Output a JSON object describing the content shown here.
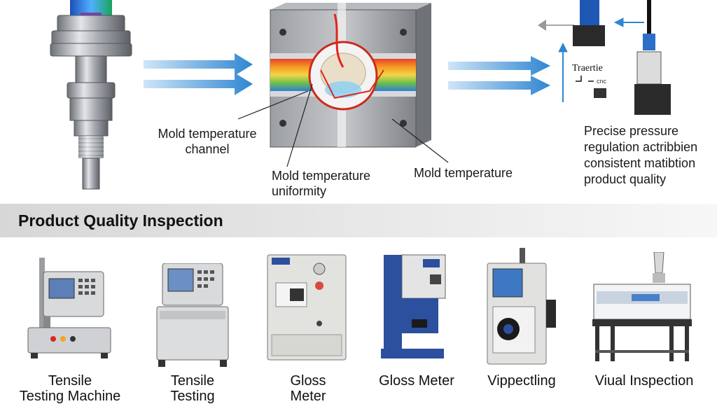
{
  "process": {
    "mold_channel_label_line1": "Mold temperature",
    "mold_channel_label_line2": "channel",
    "mold_uniformity_label_line1": "Mold temperature",
    "mold_uniformity_label_line2": "uniformity",
    "mold_temperature_label": "Mold temperature",
    "sensor_label_line1": "Traertie",
    "sensor_label_line2": "cnc",
    "pressure_text": [
      "Precise pressure",
      "regulation actribbien",
      "consistent matibtion",
      "product quality"
    ]
  },
  "section": {
    "title": "Product Quality Inspection"
  },
  "equipment": [
    {
      "name": "tensile-testing-machine",
      "caption_lines": [
        "Tensile",
        "Testing Machine"
      ]
    },
    {
      "name": "tensile-testing",
      "caption_lines": [
        "Tensile",
        "Testing"
      ]
    },
    {
      "name": "gloss-meter-cabinet",
      "caption_lines": [
        "Gloss",
        "Meter"
      ]
    },
    {
      "name": "gloss-meter",
      "caption_lines": [
        "Gloss Meter"
      ]
    },
    {
      "name": "vippecting",
      "caption_lines": [
        "Vippectling"
      ]
    },
    {
      "name": "visual-inspection",
      "caption_lines": [
        "Viual Inspection"
      ]
    }
  ],
  "colors": {
    "arrow_blue": "#3b8fd4",
    "mold_grey": "#8c8f94",
    "heat_red": "#e0261b",
    "machine_blue": "#2c4f9e",
    "banner_grey": "#dcdcdc"
  }
}
